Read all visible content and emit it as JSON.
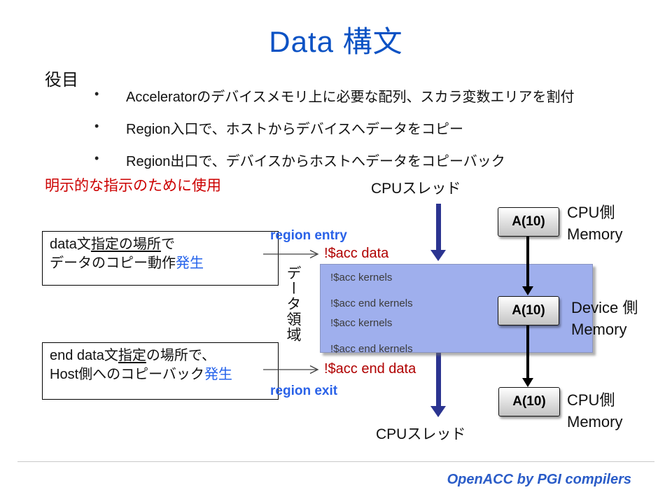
{
  "slide": {
    "title": "Data 構文",
    "footer": "OpenACC by PGI compilers"
  },
  "role": {
    "heading": "役目",
    "bullet_char": "•",
    "bullets": [
      "Acceleratorのデバイスメモリ上に必要な配列、スカラ変数エリアを割付",
      "Region入口で、ホストからデバイスへデータをコピー",
      "Region出口で、デバイスからホストへデータをコピーバック"
    ],
    "usage_note": "明示的な指示のために使用"
  },
  "diagram": {
    "cpu_thread_top": "CPUスレッド",
    "cpu_thread_bottom": "CPUスレッド",
    "region_entry": "region entry",
    "region_exit": "region exit",
    "acc_data": "!$acc data",
    "acc_end_data": "!$acc end data",
    "data_region_vertical": "データ領域",
    "code_lines": [
      "!$acc kernels",
      "!$acc end kernels",
      "!$acc kernels",
      "!$acc end kernels"
    ],
    "note_box1": {
      "pre": "data文",
      "underlined": "指定の場所",
      "post": "で",
      "line2": "データのコピー動作",
      "line2_highlight": "発生"
    },
    "note_box2": {
      "pre": "end data文",
      "underlined": "指定",
      "post": "の場所で、",
      "line2": "Host側へのコピーバック",
      "line2_highlight": "発生"
    },
    "cells": {
      "top": "A(10)",
      "middle": "A(10)",
      "bottom": "A(10)"
    },
    "memory_labels": {
      "top_line1": "CPU側",
      "top_line2": "Memory",
      "middle_line1": "Device 側",
      "middle_line2": "Memory",
      "bottom_line1": "CPU側",
      "bottom_line2": "Memory"
    }
  },
  "colors": {
    "title_blue": "#0b52c4",
    "note_red": "#cc0000",
    "directive_red": "#b00000",
    "region_label_blue": "#2a62e8",
    "highlight_blue": "#2563eb",
    "navy_arrow": "#2b3490",
    "code_box_fill": "#9fafed",
    "footer_blue": "#2a5cc8"
  }
}
